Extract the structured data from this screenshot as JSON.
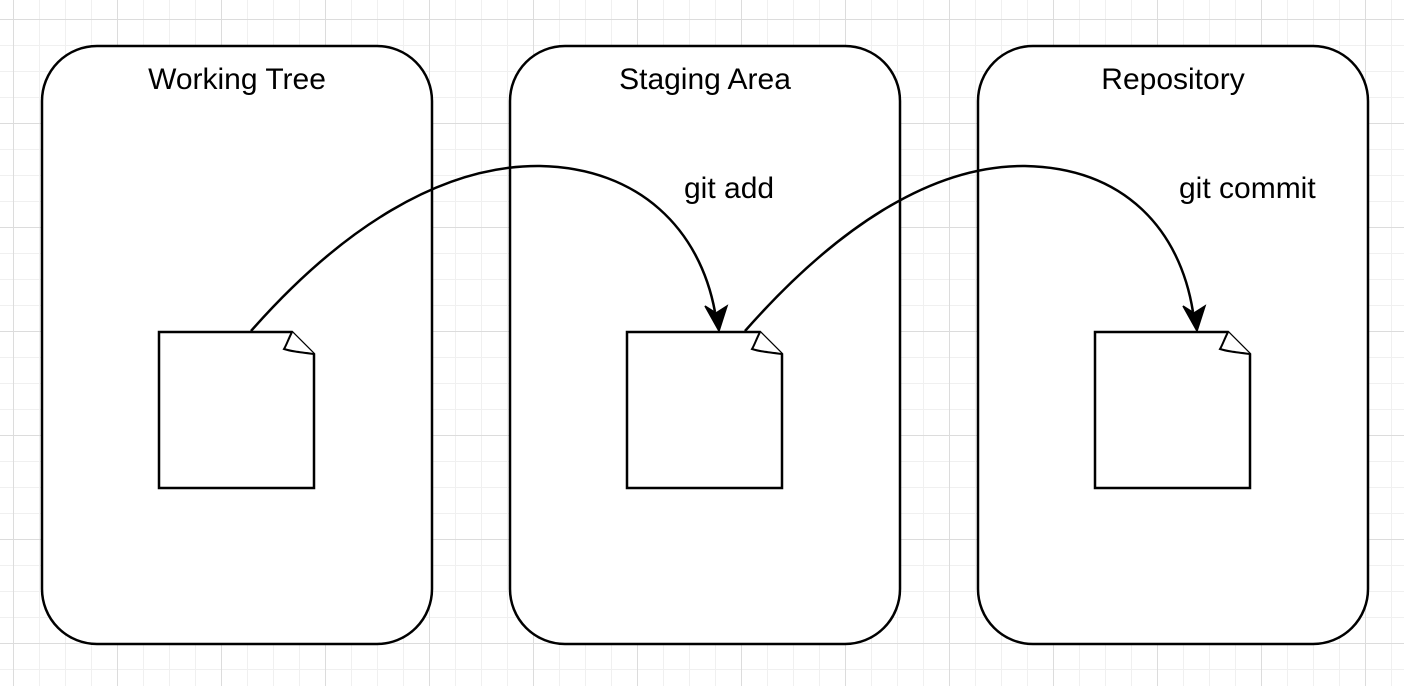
{
  "diagram": {
    "stages": [
      {
        "id": "working-tree",
        "title": "Working Tree"
      },
      {
        "id": "staging-area",
        "title": "Staging Area"
      },
      {
        "id": "repository",
        "title": "Repository"
      }
    ],
    "commands": [
      {
        "id": "git-add",
        "label": "git add",
        "from": "working-tree",
        "to": "staging-area"
      },
      {
        "id": "git-commit",
        "label": "git commit",
        "from": "staging-area",
        "to": "repository"
      }
    ],
    "colors": {
      "stroke": "#000000",
      "fill": "#ffffff",
      "grid_major": "#dcdcdc",
      "grid_minor": "#f0f0f0"
    }
  }
}
